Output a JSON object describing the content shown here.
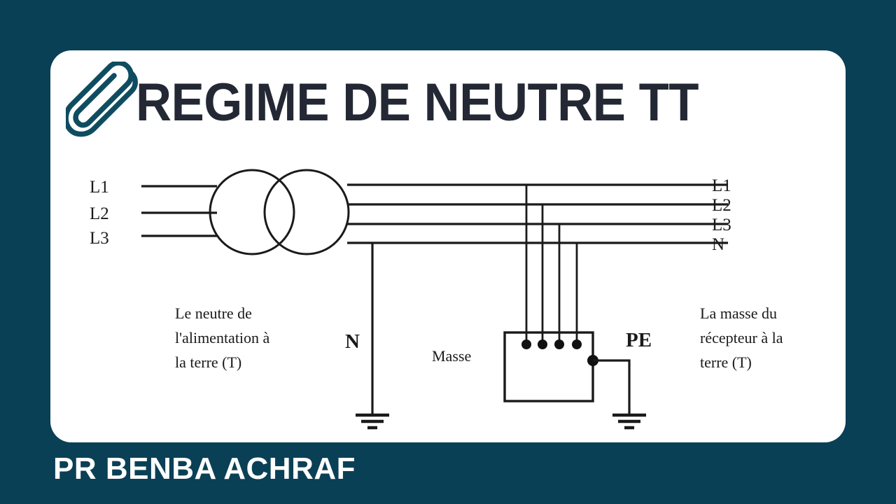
{
  "page": {
    "background_color": "#0a4055",
    "card_color": "#ffffff"
  },
  "header": {
    "title": "REGIME DE NEUTRE TT",
    "title_color": "#232834",
    "icon": "paperclip-icon",
    "icon_color": "#0f4c60"
  },
  "presenter": {
    "name": "PR BENBA ACHRAF",
    "color": "#ffffff"
  },
  "diagram": {
    "type": "electrical-schematic",
    "source_labels": {
      "l1": "L1",
      "l2": "L2",
      "l3": "L3"
    },
    "load_labels": {
      "l1": "L1",
      "l2": "L2",
      "l3": "L3",
      "n": "N"
    },
    "neutral_marker": "N",
    "pe_marker": "PE",
    "masse_label": "Masse",
    "note_left": {
      "line1": "Le neutre de",
      "line2": "l'alimentation à",
      "line3": "la terre (T)"
    },
    "note_right": {
      "line1": "La masse du",
      "line2": "récepteur à la",
      "line3": "terre (T)"
    }
  }
}
